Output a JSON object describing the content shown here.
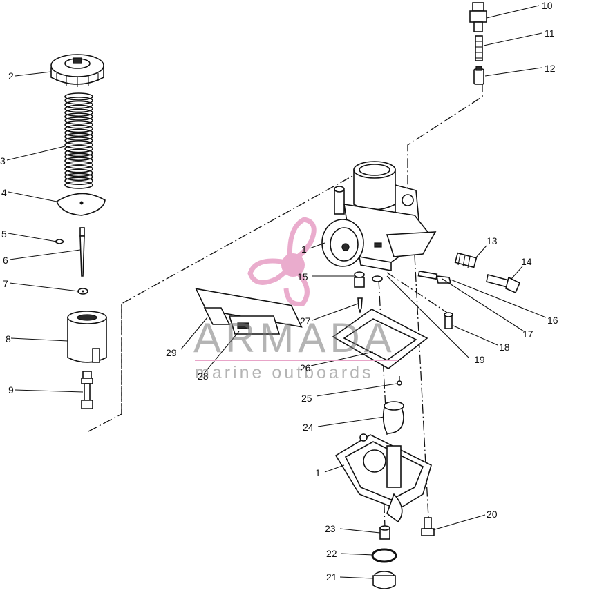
{
  "callouts": [
    {
      "id": "p1a",
      "text": "1"
    },
    {
      "id": "p1b",
      "text": "1"
    },
    {
      "id": "p2",
      "text": "2"
    },
    {
      "id": "p3",
      "text": "3"
    },
    {
      "id": "p4",
      "text": "4"
    },
    {
      "id": "p5",
      "text": "5"
    },
    {
      "id": "p6",
      "text": "6"
    },
    {
      "id": "p7",
      "text": "7"
    },
    {
      "id": "p8",
      "text": "8"
    },
    {
      "id": "p9",
      "text": "9"
    },
    {
      "id": "p10",
      "text": "10"
    },
    {
      "id": "p11",
      "text": "11"
    },
    {
      "id": "p12",
      "text": "12"
    },
    {
      "id": "p13",
      "text": "13"
    },
    {
      "id": "p14",
      "text": "14"
    },
    {
      "id": "p15",
      "text": "15"
    },
    {
      "id": "p16",
      "text": "16"
    },
    {
      "id": "p17",
      "text": "17"
    },
    {
      "id": "p18",
      "text": "18"
    },
    {
      "id": "p19",
      "text": "19"
    },
    {
      "id": "p20",
      "text": "20"
    },
    {
      "id": "p21",
      "text": "21"
    },
    {
      "id": "p22",
      "text": "22"
    },
    {
      "id": "p23",
      "text": "23"
    },
    {
      "id": "p24",
      "text": "24"
    },
    {
      "id": "p25",
      "text": "25"
    },
    {
      "id": "p26",
      "text": "26"
    },
    {
      "id": "p27",
      "text": "27"
    },
    {
      "id": "p28",
      "text": "28"
    },
    {
      "id": "p29",
      "text": "29"
    }
  ],
  "watermark": {
    "brand": "ARMADA",
    "tagline": "marine outboards",
    "logo_color": "#e8a4c8"
  }
}
